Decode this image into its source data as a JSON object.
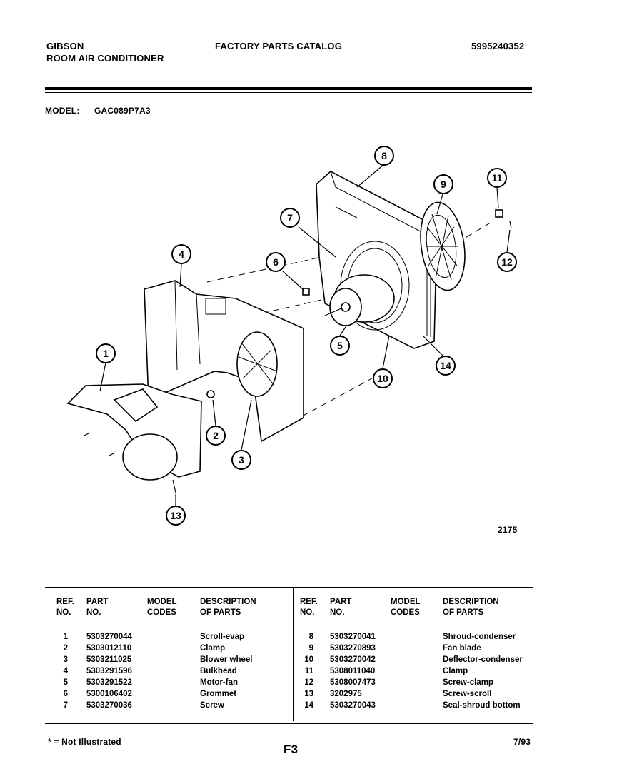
{
  "header": {
    "brand": "GIBSON",
    "product": "ROOM AIR CONDITIONER",
    "catalog_title": "FACTORY PARTS CATALOG",
    "doc_number": "5995240352",
    "model_label": "MODEL:",
    "model_value": "GAC089P7A3"
  },
  "diagram": {
    "drawing_number": "2175",
    "callouts": [
      "1",
      "2",
      "3",
      "4",
      "5",
      "6",
      "7",
      "8",
      "9",
      "10",
      "11",
      "12",
      "13",
      "14"
    ]
  },
  "parts_table": {
    "headers": {
      "ref": "REF. NO.",
      "part": "PART NO.",
      "model_codes": "MODEL CODES",
      "description": "DESCRIPTION OF PARTS"
    },
    "left": [
      {
        "ref": "1",
        "part_no": "5303270044",
        "description": "Scroll-evap"
      },
      {
        "ref": "2",
        "part_no": "5303012110",
        "description": "Clamp"
      },
      {
        "ref": "3",
        "part_no": "5303211025",
        "description": "Blower wheel"
      },
      {
        "ref": "4",
        "part_no": "5303291596",
        "description": "Bulkhead"
      },
      {
        "ref": "5",
        "part_no": "5303291522",
        "description": "Motor-fan"
      },
      {
        "ref": "6",
        "part_no": "5300106402",
        "description": "Grommet"
      },
      {
        "ref": "7",
        "part_no": "5303270036",
        "description": "Screw"
      }
    ],
    "right": [
      {
        "ref": "8",
        "part_no": "5303270041",
        "description": "Shroud-condenser"
      },
      {
        "ref": "9",
        "part_no": "5303270893",
        "description": "Fan blade"
      },
      {
        "ref": "10",
        "part_no": "5303270042",
        "description": "Deflector-condenser"
      },
      {
        "ref": "11",
        "part_no": "5308011040",
        "description": "Clamp"
      },
      {
        "ref": "12",
        "part_no": "5308007473",
        "description": "Screw-clamp"
      },
      {
        "ref": "13",
        "part_no": "3202975",
        "description": "Screw-scroll"
      },
      {
        "ref": "14",
        "part_no": "5303270043",
        "description": "Seal-shroud bottom"
      }
    ]
  },
  "footer": {
    "footnote": "* = Not Illustrated",
    "page_id": "F3",
    "date": "7/93"
  }
}
